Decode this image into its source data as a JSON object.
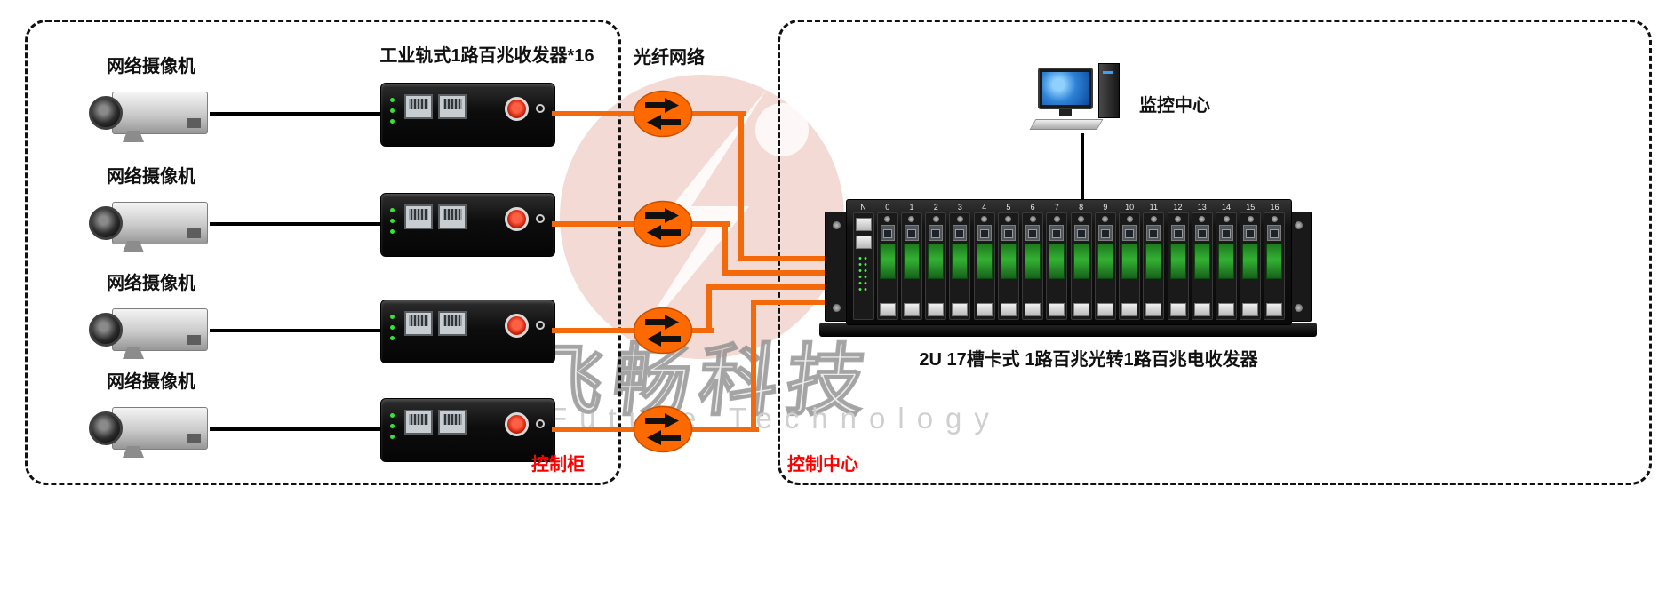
{
  "left_panel": {
    "label": "控制柜",
    "converter_group_label": "工业轨式1路百兆收发器*16",
    "camera_labels": [
      "网络摄像机",
      "网络摄像机",
      "网络摄像机",
      "网络摄像机"
    ]
  },
  "fiber": {
    "label": "光纤网络"
  },
  "right_panel": {
    "label": "控制中心",
    "monitor_label": "监控中心",
    "rack_caption": "2U 17槽卡式 1路百兆光转1路百兆电收发器",
    "rack_slots": [
      "N",
      "0",
      "1",
      "2",
      "3",
      "4",
      "5",
      "6",
      "7",
      "8",
      "9",
      "10",
      "11",
      "12",
      "13",
      "14",
      "15",
      "16"
    ]
  },
  "watermark": {
    "cn": "飞畅科技",
    "en": "Future Technology"
  },
  "colors": {
    "wire_orange": "#f4690a",
    "node_orange": "#ff6a00",
    "label_red": "#fe0000"
  }
}
